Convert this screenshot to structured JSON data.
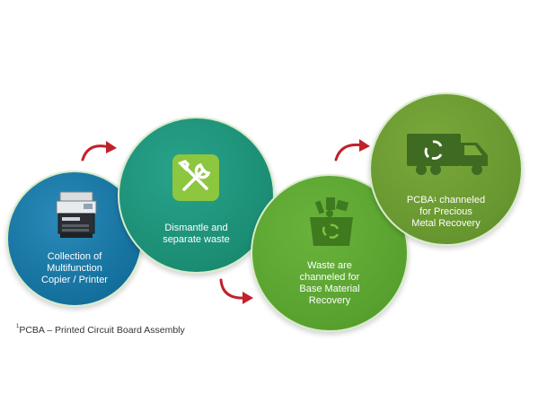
{
  "steps": [
    {
      "label": "Collection of\nMultifunction\nCopier / Printer",
      "icon": "printer-icon"
    },
    {
      "label": "Dismantle and\nseparate waste",
      "icon": "tools-icon"
    },
    {
      "label": "Waste are\nchanneled for\nBase Material\nRecovery",
      "icon": "recycle-bin-icon"
    },
    {
      "label_prefix": "PCBA",
      "label_sup": "1",
      "label_rest": " channeled\nfor Precious\nMetal Recovery",
      "icon": "recycle-truck-icon"
    }
  ],
  "footnote": {
    "marker": "1",
    "text": "PCBA – Printed Circuit Board Assembly"
  },
  "colors": {
    "step1": "#14709d",
    "step2": "#1b8d73",
    "step3": "#58a12f",
    "step4": "#679630",
    "arrow": "#c0222a",
    "icon_green": "#3f7a1f"
  }
}
